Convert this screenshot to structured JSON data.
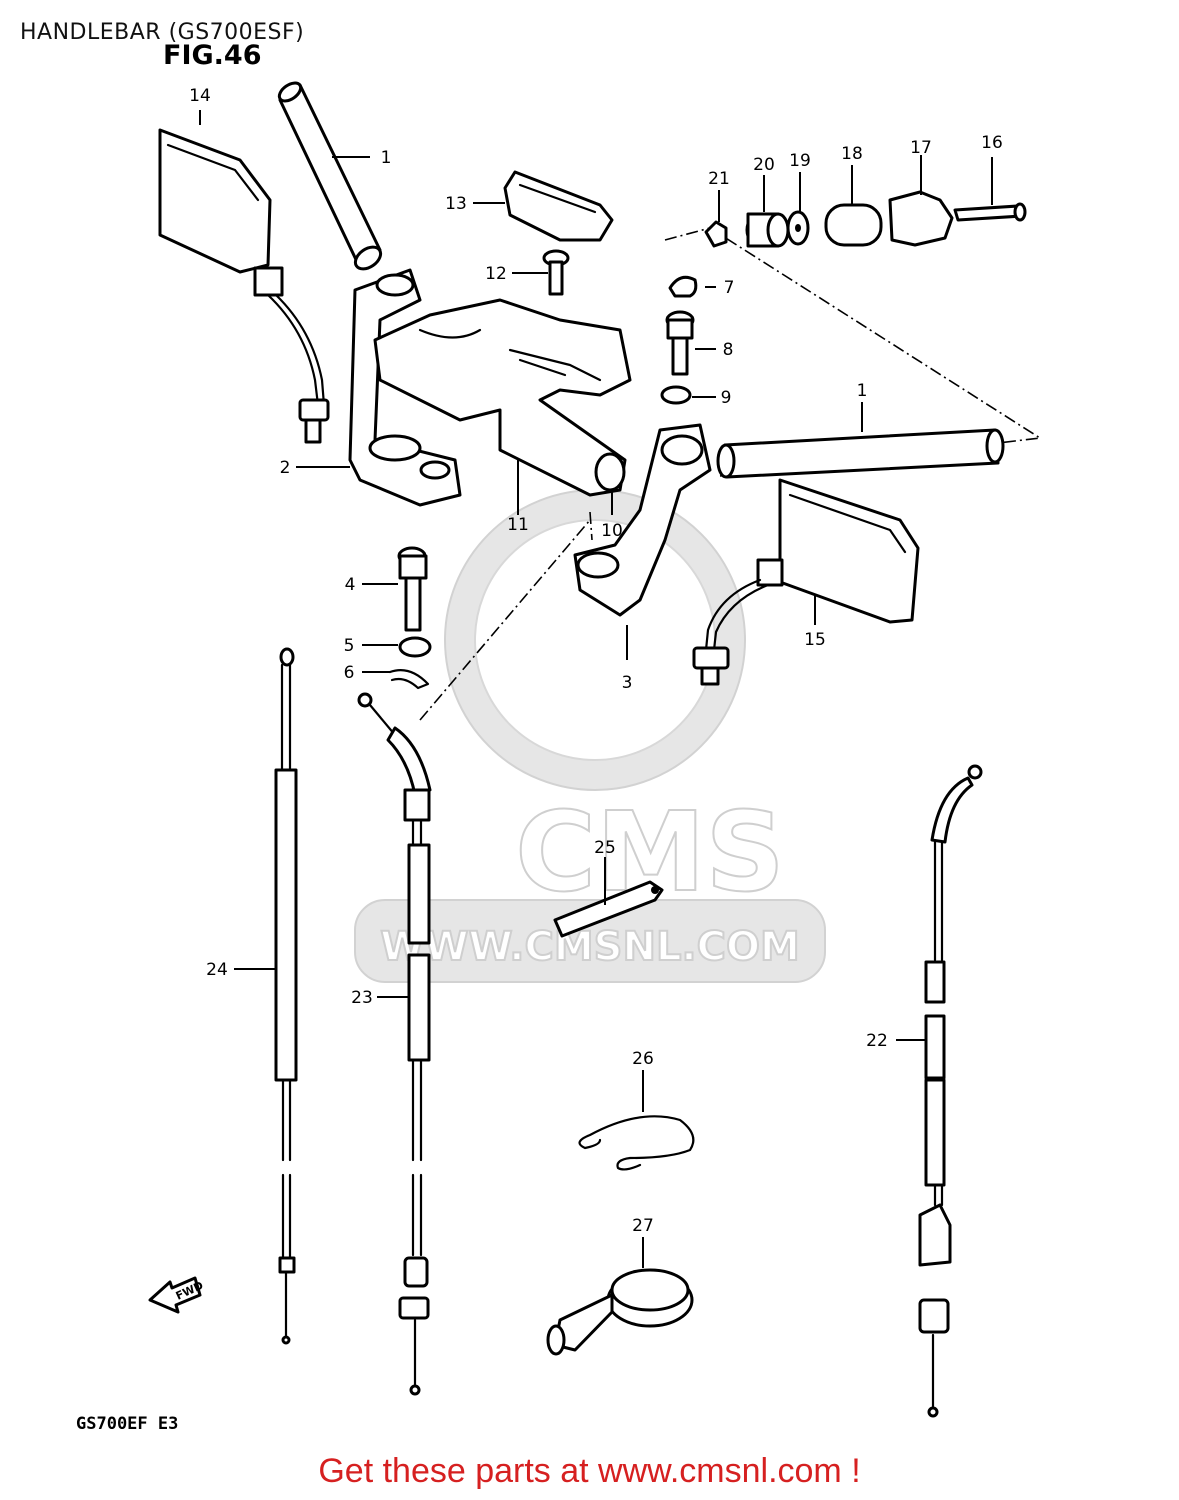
{
  "header": {
    "title": "HANDLEBAR (GS700ESF)"
  },
  "figure": {
    "label": "FIG.46",
    "model_code": "GS700EF  E3",
    "fwd_label": "FWD"
  },
  "watermark": {
    "brand": "CMS",
    "url": "WWW.CMSNL.COM"
  },
  "callouts": [
    "1",
    "1",
    "2",
    "3",
    "4",
    "5",
    "6",
    "7",
    "8",
    "9",
    "10",
    "11",
    "12",
    "13",
    "14",
    "15",
    "16",
    "17",
    "18",
    "19",
    "20",
    "21",
    "22",
    "23",
    "24",
    "25",
    "26",
    "27"
  ],
  "footer": {
    "text": "Get these parts at www.cmsnl.com !",
    "color": "#d62020"
  }
}
